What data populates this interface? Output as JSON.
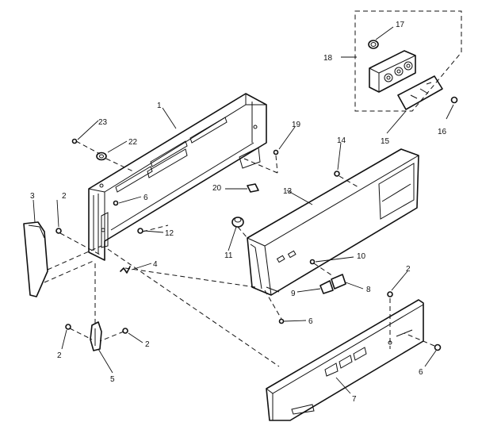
{
  "callouts": {
    "c1": "1",
    "c2a": "2",
    "c2b": "2",
    "c2c": "2",
    "c2d": "2",
    "c3": "3",
    "c4": "4",
    "c5": "5",
    "c6a": "6",
    "c6b": "6",
    "c6c": "6",
    "c7": "7",
    "c8": "8",
    "c9": "9",
    "c10": "10",
    "c11": "11",
    "c12": "12",
    "c13": "13",
    "c14": "14",
    "c15": "15",
    "c16": "16",
    "c17": "17",
    "c18": "18",
    "c19": "19",
    "c20": "20",
    "c22": "22",
    "c23": "23"
  }
}
